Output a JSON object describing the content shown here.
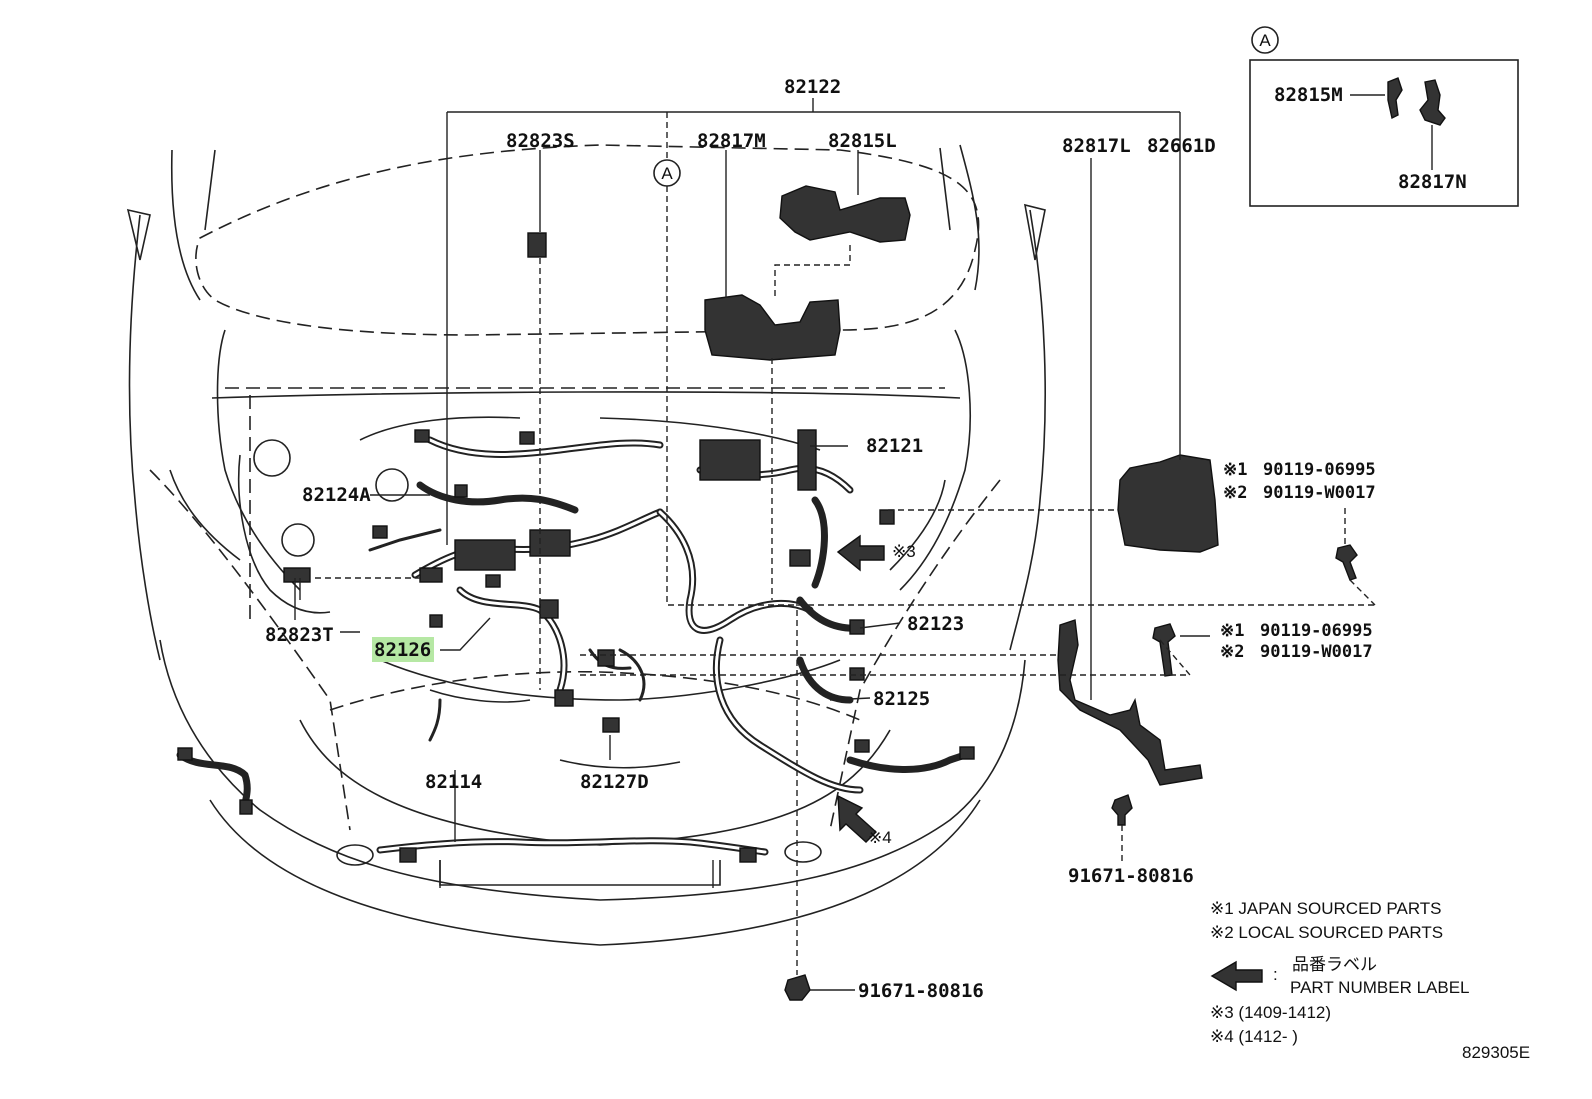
{
  "diagram_id": "829305E",
  "parts": {
    "p82122": "82122",
    "p82823S": "82823S",
    "p82817M": "82817M",
    "p82815L": "82815L",
    "p82817L": "82817L",
    "p82661D": "82661D",
    "p82121": "82121",
    "p82124A": "82124A",
    "p82823T": "82823T",
    "p82126": "82126",
    "p82123": "82123",
    "p82125": "82125",
    "p82114": "82114",
    "p82127D": "82127D",
    "p91671_a": "91671-80816",
    "p91671_b": "91671-80816"
  },
  "fasteners": {
    "top": {
      "m1": "※1",
      "v1": "90119-06995",
      "m2": "※2",
      "v2": "90119-W0017"
    },
    "mid": {
      "m1": "※1",
      "v1": "90119-06995",
      "m2": "※2",
      "v2": "90119-W0017"
    }
  },
  "detail_a": {
    "ref": "A",
    "p82815M": "82815M",
    "p82817N": "82817N"
  },
  "view_ref": "A",
  "label_markers": {
    "m3": "※3",
    "m4": "※4"
  },
  "highlighted_part": "82126",
  "legend": {
    "n1": "※1 JAPAN SOURCED PARTS",
    "n2": "※2 LOCAL SOURCED PARTS",
    "colon": ":",
    "jp": "品番ラベル",
    "en": "PART NUMBER LABEL",
    "n3": "※3 (1409-1412)",
    "n4": "※4 (1412-      )"
  }
}
